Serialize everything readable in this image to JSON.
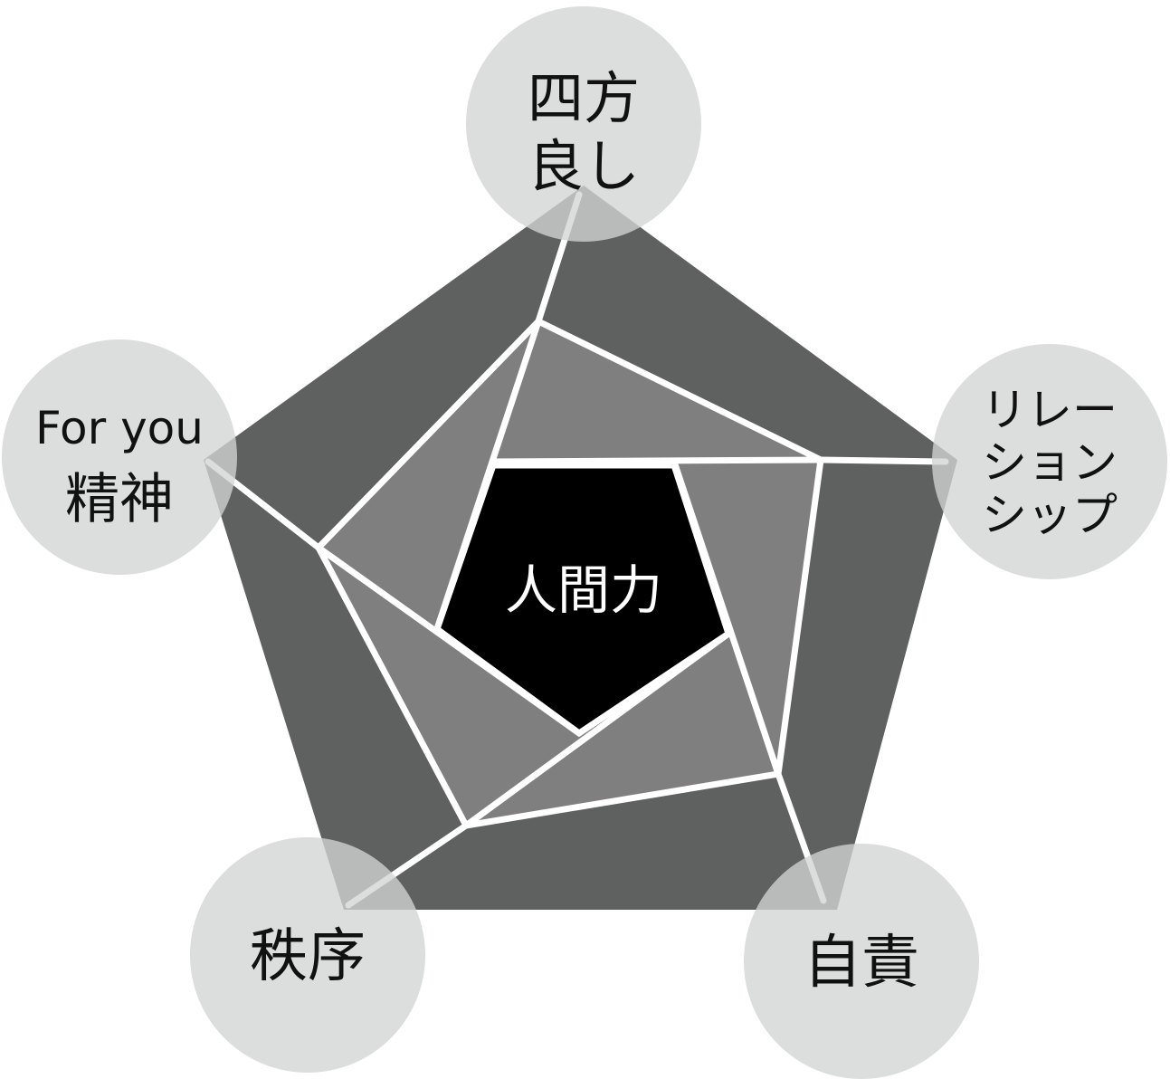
{
  "center": {
    "label": "人間力"
  },
  "nodes": [
    {
      "id": "top",
      "lines": [
        "四方",
        "良し"
      ]
    },
    {
      "id": "right",
      "lines": [
        "リレー",
        "ション",
        "シップ"
      ]
    },
    {
      "id": "bottom-right",
      "lines": [
        "自責"
      ]
    },
    {
      "id": "bottom-left",
      "lines": [
        "秩序"
      ]
    },
    {
      "id": "left",
      "lines": [
        "For you",
        "精神"
      ]
    }
  ],
  "colors": {
    "outer": "#5f6060",
    "inner": "#7f7f7f",
    "core": "#000000",
    "circle": "#d2d3d3",
    "lines": "#ffffff"
  }
}
